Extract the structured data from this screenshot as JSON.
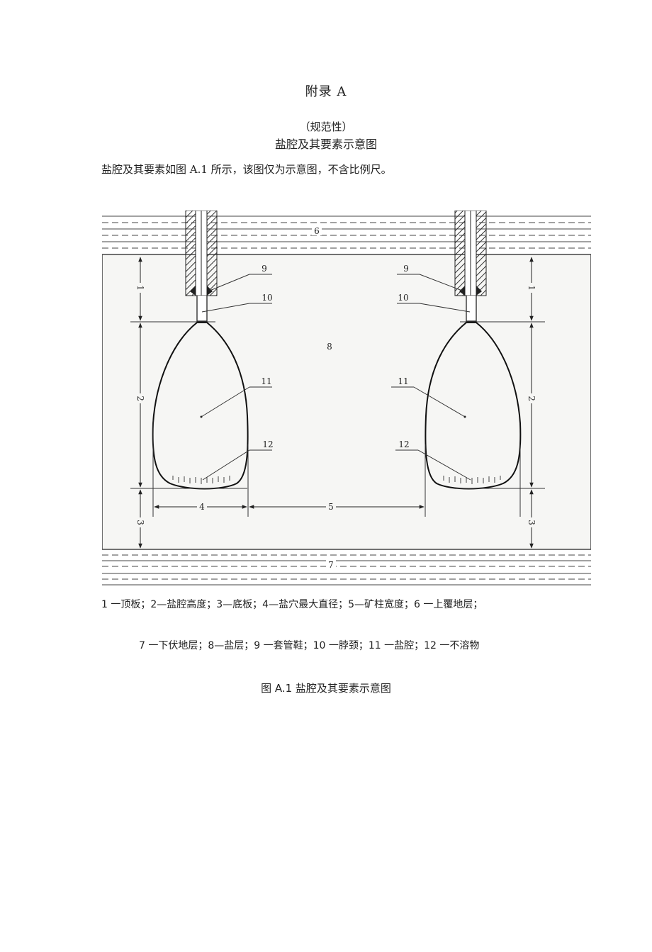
{
  "document": {
    "appendix_title": "附录 A",
    "subtitle": "（规范性）",
    "section_title": "盐腔及其要素示意图",
    "intro": "盐腔及其要素如图 A.1 所示，该图仅为示意图，不含比例尺。",
    "legend_line1": "1 一顶板；2—盐腔高度；3—底板；4—盐穴最大直径；5—矿柱宽度；6 一上覆地层；",
    "legend_line2": "7 一下伏地层；8—盐层；9 一套管鞋；10 一脖颈；11 一盐腔；12 一不溶物",
    "caption": "图 A.1 盐腔及其要素示意图"
  },
  "figure": {
    "labels": {
      "n1": "1",
      "n2": "2",
      "n3": "3",
      "n4": "4",
      "n5": "5",
      "n6": "6",
      "n7": "7",
      "n8": "8",
      "n9": "9",
      "n10": "10",
      "n11": "11",
      "n12": "12"
    }
  }
}
